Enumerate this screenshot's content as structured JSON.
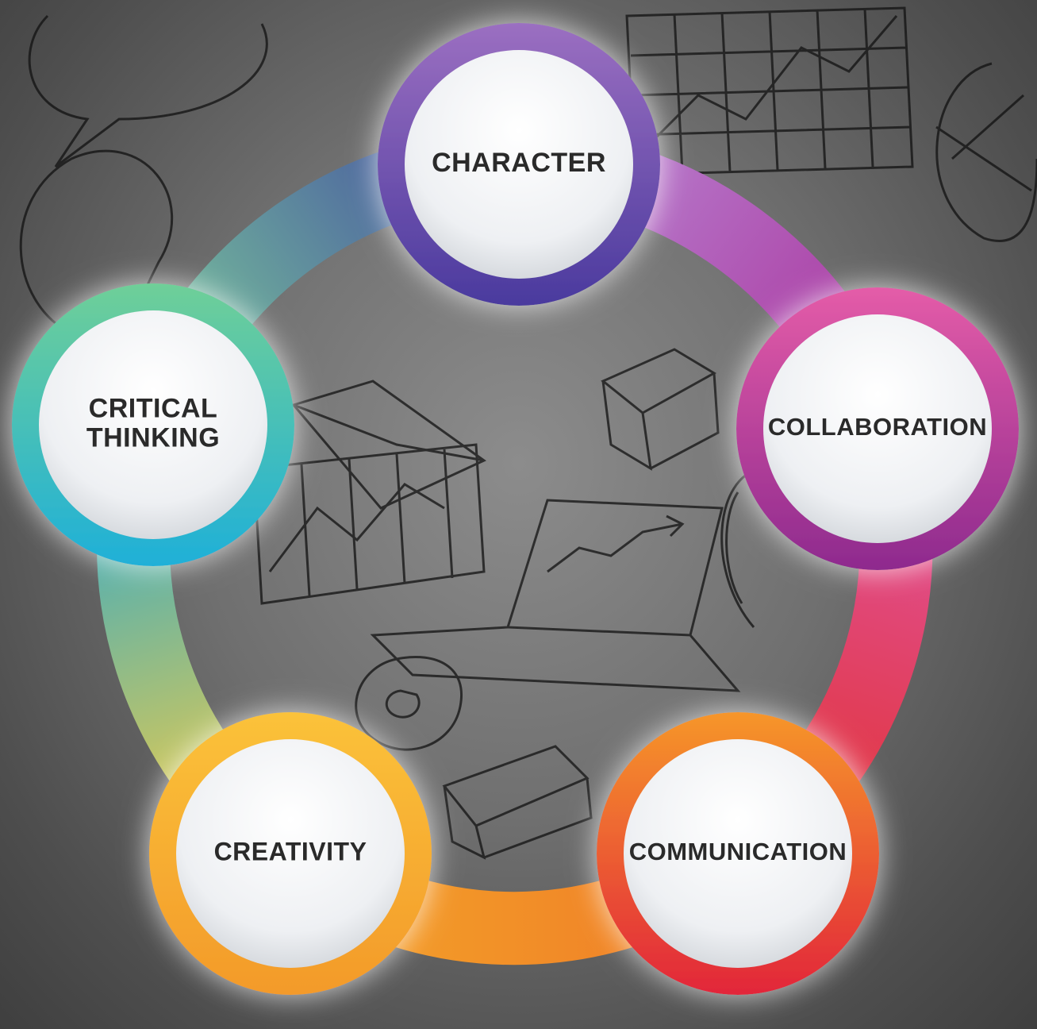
{
  "diagram": {
    "nodes": [
      {
        "id": "character",
        "lines": [
          "CHARACTER"
        ],
        "colors": [
          "#9b6fc1",
          "#4a3a9e"
        ]
      },
      {
        "id": "collaboration",
        "lines": [
          "COLLABORATION"
        ],
        "colors": [
          "#e45ca8",
          "#8e2a8e"
        ]
      },
      {
        "id": "communication",
        "lines": [
          "COMMUNICATION"
        ],
        "colors": [
          "#f6962a",
          "#e2263a"
        ]
      },
      {
        "id": "creativity",
        "lines": [
          "CREATIVITY"
        ],
        "colors": [
          "#fbc23a",
          "#f39a2a"
        ]
      },
      {
        "id": "critical-thinking",
        "lines": [
          "CRITICAL",
          "THINKING"
        ],
        "colors": [
          "#6fcf98",
          "#1fb0d8"
        ]
      }
    ],
    "connectors": [
      {
        "from": "character",
        "to": "collaboration",
        "colors": [
          "#b98ad6",
          "#a9309a"
        ]
      },
      {
        "from": "collaboration",
        "to": "communication",
        "colors": [
          "#e054a0",
          "#e2302e"
        ]
      },
      {
        "from": "communication",
        "to": "creativity",
        "colors": [
          "#ef7a26",
          "#f4a52a"
        ]
      },
      {
        "from": "creativity",
        "to": "critical-thinking",
        "colors": [
          "#fcd03e",
          "#27a7cf"
        ]
      },
      {
        "from": "critical-thinking",
        "to": "character",
        "colors": [
          "#7ed09a",
          "#4048a0"
        ]
      }
    ]
  }
}
